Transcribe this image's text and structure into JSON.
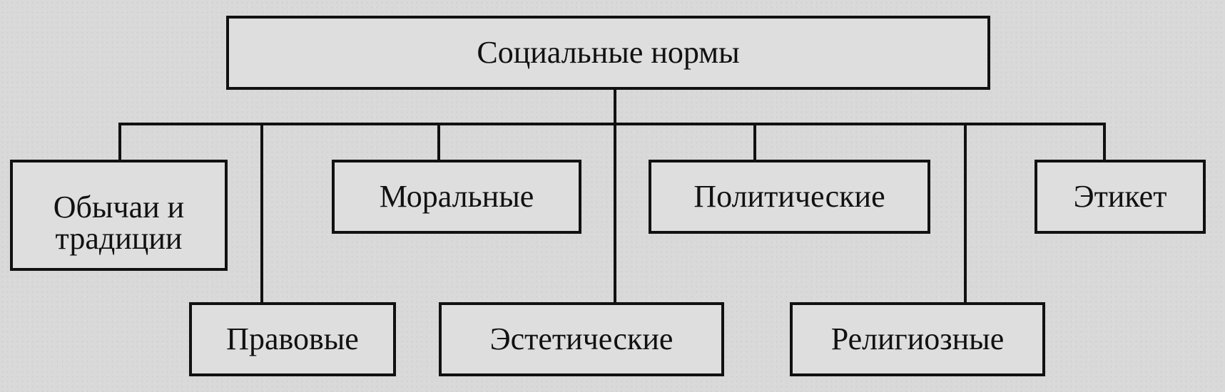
{
  "diagram": {
    "root": {
      "label": "Социальные нормы"
    },
    "top_row": [
      {
        "label": "Обычаи и\nтрадиции"
      },
      {
        "label": "Моральные"
      },
      {
        "label": "Политические"
      },
      {
        "label": "Этикет"
      }
    ],
    "bottom_row": [
      {
        "label": "Правовые"
      },
      {
        "label": "Эстетические"
      },
      {
        "label": "Религиозные"
      }
    ]
  }
}
